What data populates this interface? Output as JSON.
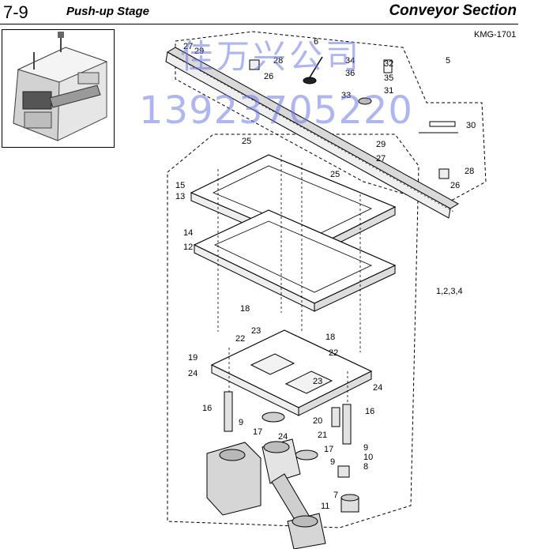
{
  "header": {
    "section_number": "7-9",
    "section_title": "Push-up Stage",
    "section_right": "Conveyor Section"
  },
  "model_code": "KMG-1701",
  "watermark": {
    "line1": "佳万兴公司",
    "line2": "13923705220"
  },
  "callouts": {
    "c27a": "27",
    "c29a": "29",
    "c28a": "28",
    "c26a": "26",
    "c6": "6",
    "c34": "34",
    "c32": "32",
    "c36": "36",
    "c35": "35",
    "c33": "33",
    "c31": "31",
    "c5": "5",
    "c30": "30",
    "c29b": "29",
    "c27b": "27",
    "c28b": "28",
    "c26b": "26",
    "c25a": "25",
    "c25b": "25",
    "c15": "15",
    "c13": "13",
    "c14": "14",
    "c12": "12",
    "c1234": "1,2,3,4",
    "c18a": "18",
    "c23a": "23",
    "c22a": "22",
    "c18b": "18",
    "c22b": "22",
    "c19": "19",
    "c24a": "24",
    "c23b": "23",
    "c24b": "24",
    "c16a": "16",
    "c9a": "9",
    "c17a": "17",
    "c24c": "24",
    "c20": "20",
    "c21": "21",
    "c16b": "16",
    "c17b": "17",
    "c9b": "9",
    "c9c": "9",
    "c10": "10",
    "c8": "8",
    "c7": "7",
    "c11": "11"
  }
}
